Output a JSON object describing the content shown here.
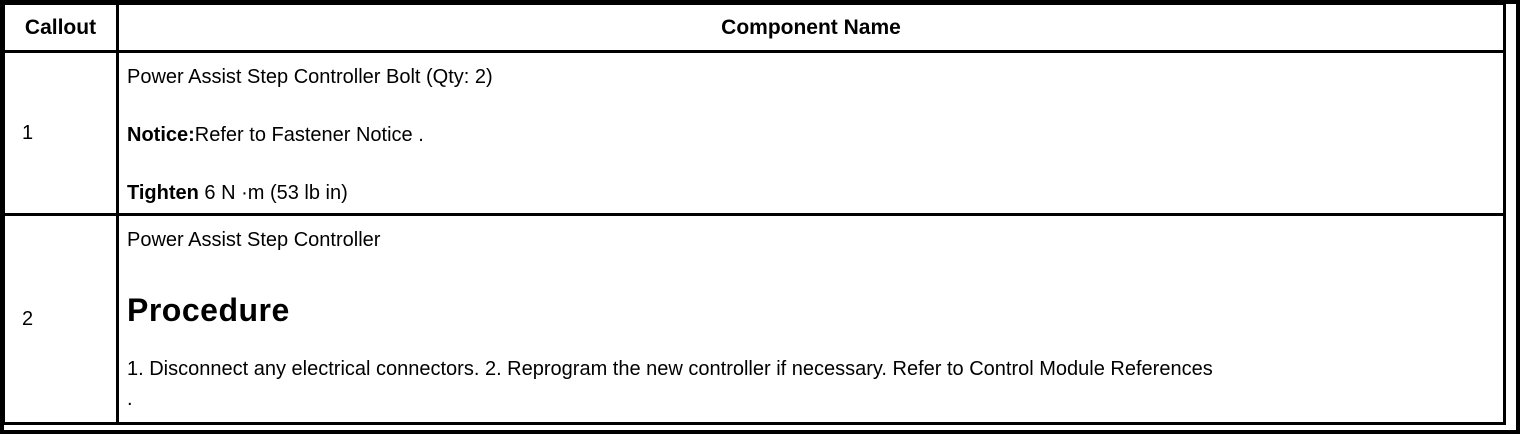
{
  "table": {
    "headers": {
      "callout": "Callout",
      "component_name": "Component Name"
    },
    "rows": [
      {
        "callout": "1",
        "name": "Power Assist Step Controller Bolt (Qty: 2)",
        "notice_label": "Notice:",
        "notice_text": "Refer to Fastener Notice .",
        "tighten_label": "Tighten",
        "tighten_spec": " 6 N ·m (53 lb in)"
      },
      {
        "callout": "2",
        "name": "Power Assist Step Controller",
        "procedure_heading": "Procedure",
        "procedure_text": "1. Disconnect any electrical connectors. 2. Reprogram the new controller if necessary. Refer to Control Module References",
        "procedure_text_wrap": "."
      }
    ]
  },
  "colors": {
    "text": "#000000",
    "background": "#ffffff",
    "border": "#000000"
  }
}
